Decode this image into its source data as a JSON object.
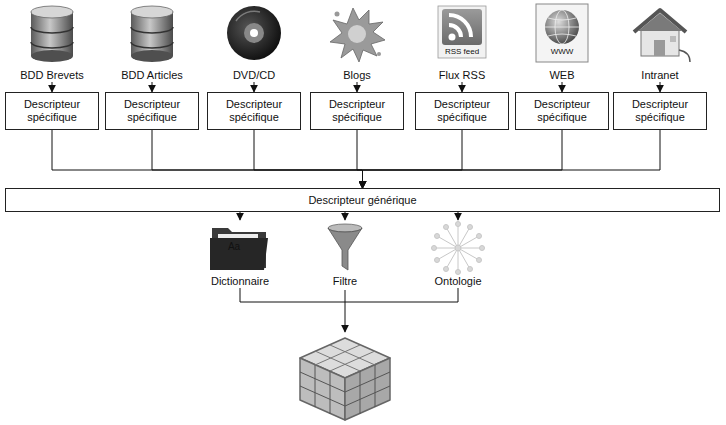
{
  "diagram": {
    "nodes": [
      {
        "text": [
          "BDD Brevets"
        ]
      },
      {
        "text": [
          "BDD Articles"
        ]
      },
      {
        "text": [
          "DVD/CD"
        ]
      },
      {
        "text": [
          "Blogs"
        ]
      },
      {
        "text": [
          "Flux RSS"
        ]
      },
      {
        "text": [
          "WEB"
        ]
      },
      {
        "text": [
          "Intranet"
        ]
      },
      {
        "text": [
          "Descripteur spécifique"
        ]
      },
      {
        "text": [
          "Descripteur spécifique"
        ]
      },
      {
        "text": [
          "Descripteur spécifique"
        ]
      },
      {
        "text": [
          "Descripteur spécifique"
        ]
      },
      {
        "text": [
          "Descripteur spécifique"
        ]
      },
      {
        "text": [
          "Descripteur spécifique"
        ]
      },
      {
        "text": [
          "Descripteur spécifique"
        ]
      },
      {
        "text": [
          "Descripteur générique"
        ]
      },
      {
        "text": [
          "Dictionnaire"
        ]
      },
      {
        "text": [
          "Filtre"
        ]
      },
      {
        "text": [
          "Ontologie"
        ]
      }
    ],
    "edges": [
      {
        "from": 0,
        "to": 7,
        "arrow": "to"
      },
      {
        "from": 1,
        "to": 8,
        "arrow": "to"
      },
      {
        "from": 2,
        "to": 9,
        "arrow": "to"
      },
      {
        "from": 3,
        "to": 10,
        "arrow": "to"
      },
      {
        "from": 4,
        "to": 11,
        "arrow": "to"
      },
      {
        "from": 5,
        "to": 12,
        "arrow": "to"
      },
      {
        "from": 6,
        "to": 13,
        "arrow": "to"
      },
      {
        "from": 7,
        "to": 14,
        "arrow": "to"
      },
      {
        "from": 8,
        "to": 14,
        "arrow": "to"
      },
      {
        "from": 9,
        "to": 14,
        "arrow": "to"
      },
      {
        "from": 10,
        "to": 14,
        "arrow": "to"
      },
      {
        "from": 11,
        "to": 14,
        "arrow": "to"
      },
      {
        "from": 12,
        "to": 14,
        "arrow": "to"
      },
      {
        "from": 13,
        "to": 14,
        "arrow": "to"
      },
      {
        "from": 14,
        "to": 15,
        "arrow": "to"
      },
      {
        "from": 14,
        "to": 16,
        "arrow": "to"
      },
      {
        "from": 14,
        "to": 17,
        "arrow": "to"
      }
    ],
    "labels": [
      "RSS feed",
      "WWW",
      "Aa"
    ]
  }
}
